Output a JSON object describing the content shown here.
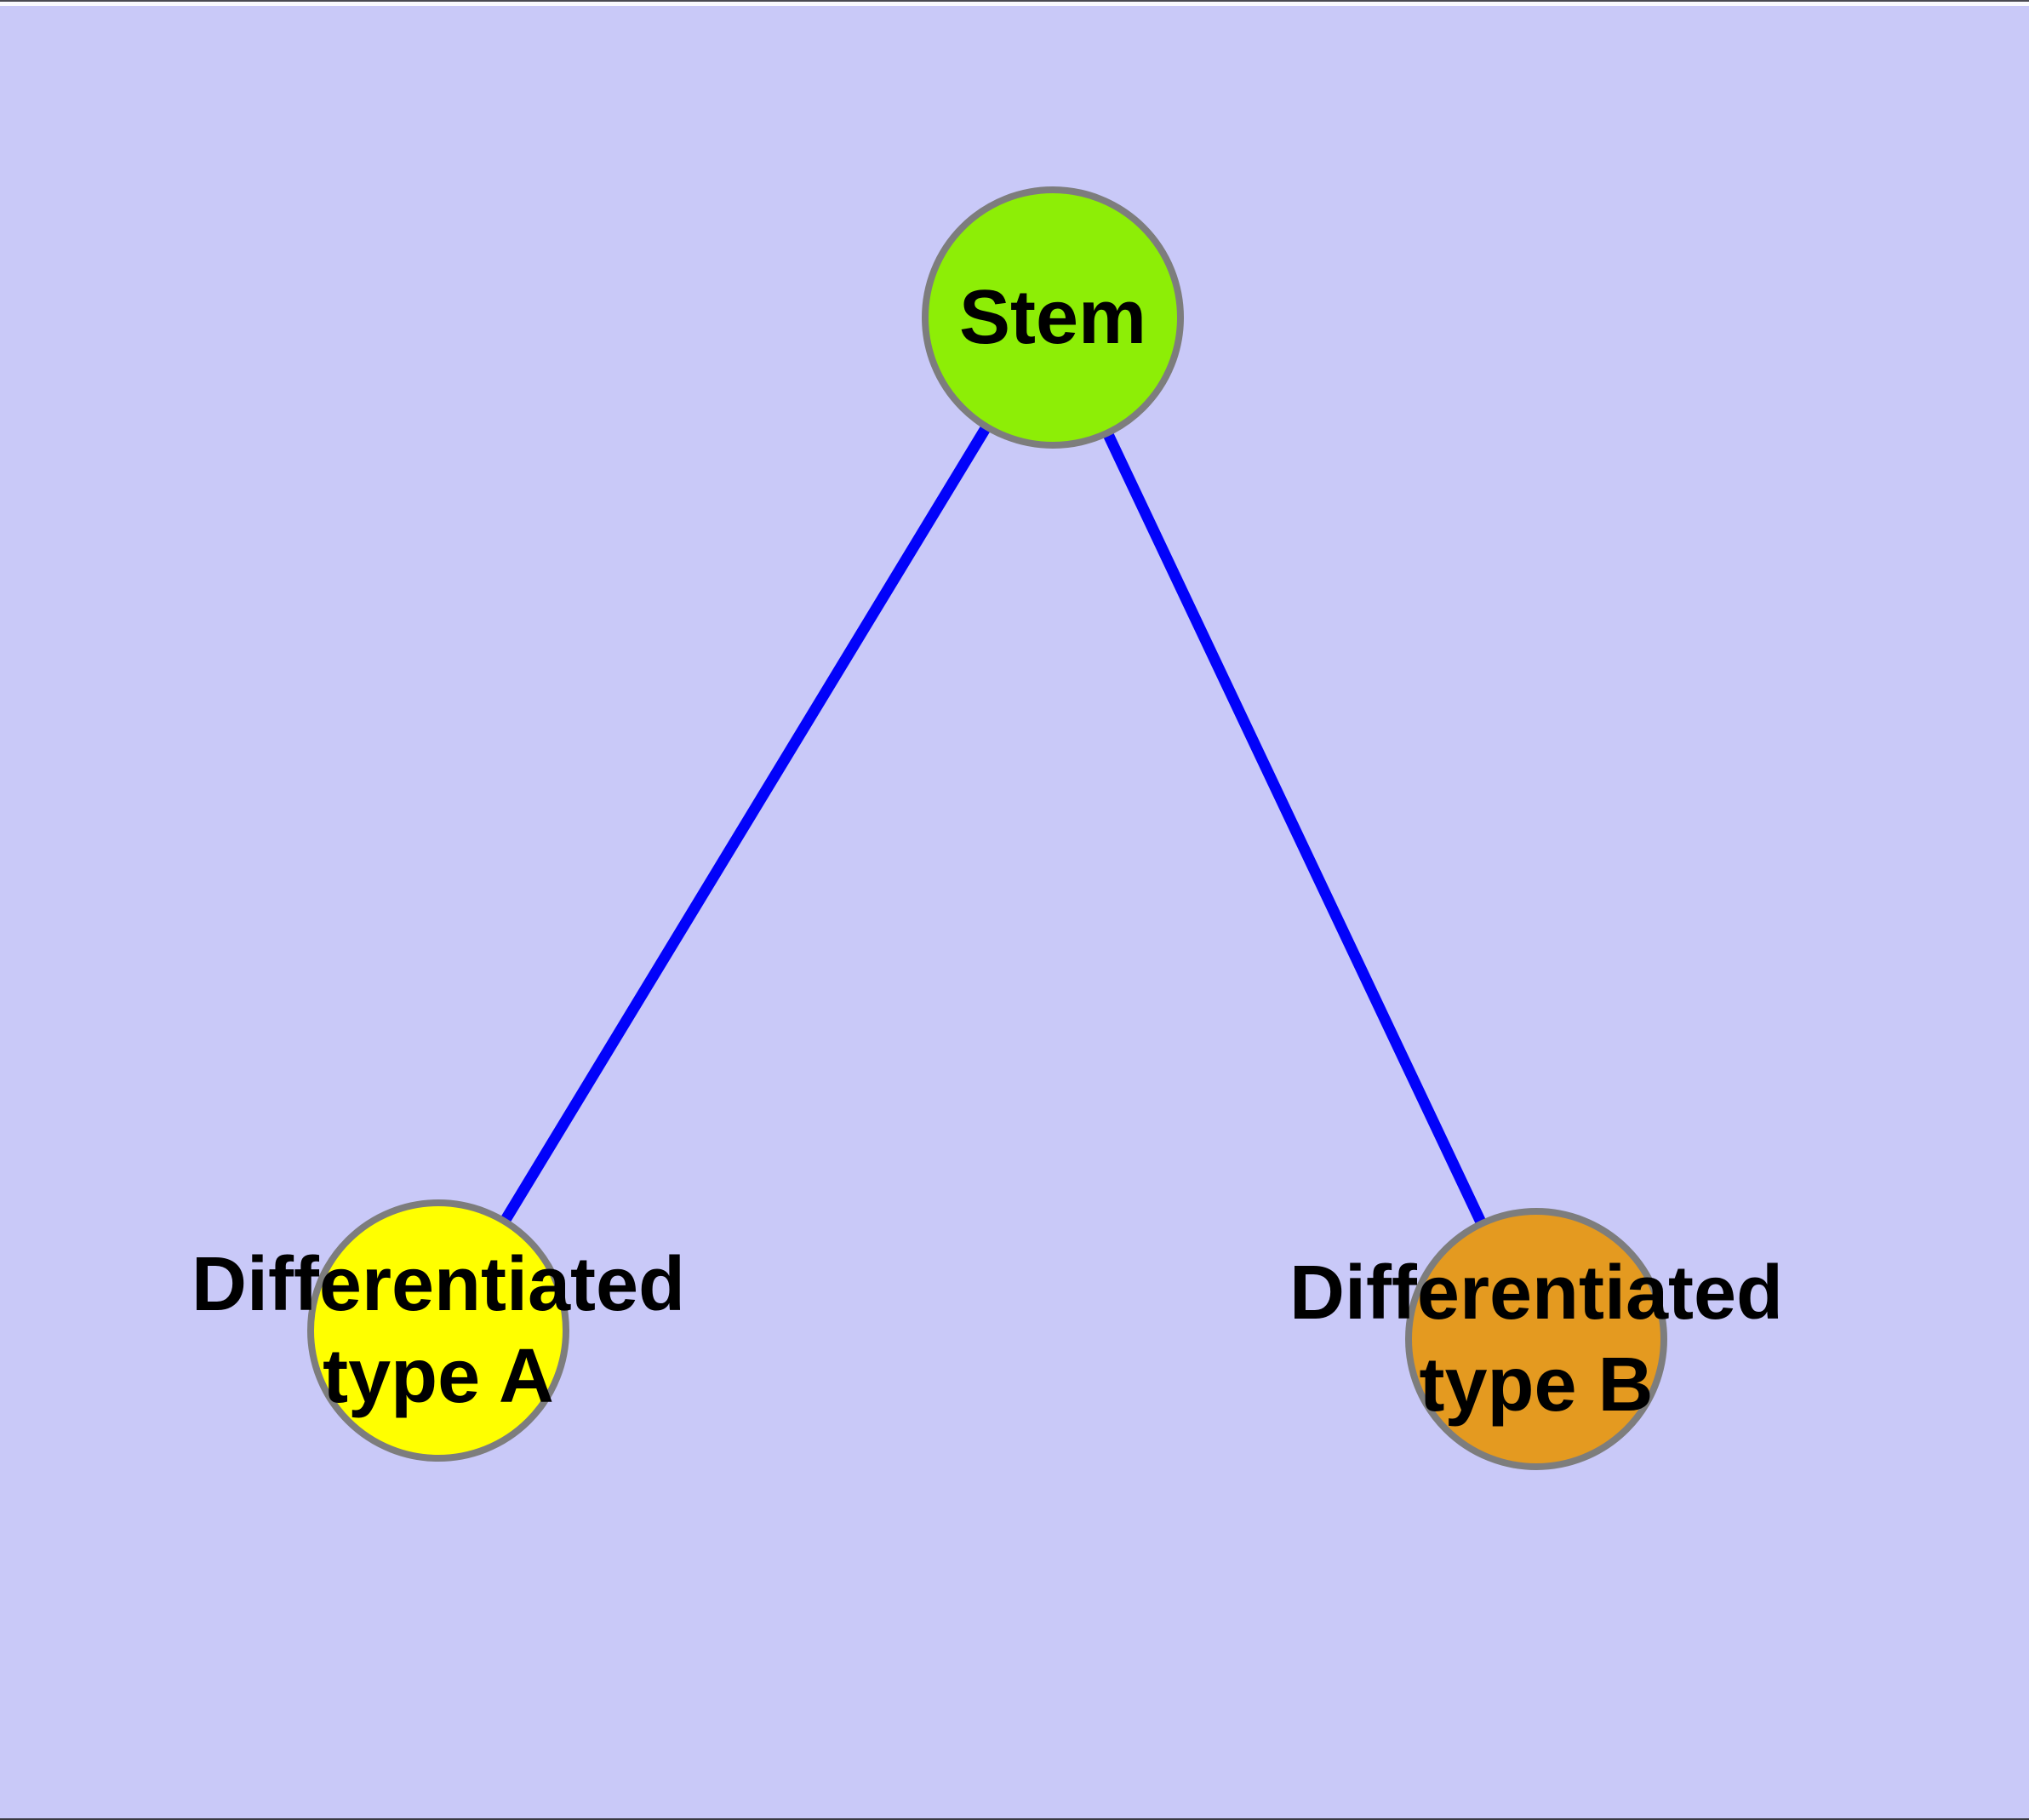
{
  "window": {
    "background": "#c9c9f8"
  },
  "graph": {
    "edge_color": "#0202fa",
    "node_border_color": "#7d7d7d",
    "label_color": "#000000",
    "nodes": [
      {
        "id": "stem",
        "color": "#8dee06",
        "lines": [
          "Stem"
        ]
      },
      {
        "id": "differentiated-type-a",
        "color": "#ffff00",
        "lines": [
          "Differentiated",
          "type A"
        ]
      },
      {
        "id": "differentiated-type-b",
        "color": "#e49a20",
        "lines": [
          "Differentiated",
          "type B"
        ]
      }
    ],
    "edges": [
      {
        "from": "stem",
        "to": "differentiated-type-a"
      },
      {
        "from": "stem",
        "to": "differentiated-type-b"
      }
    ]
  }
}
